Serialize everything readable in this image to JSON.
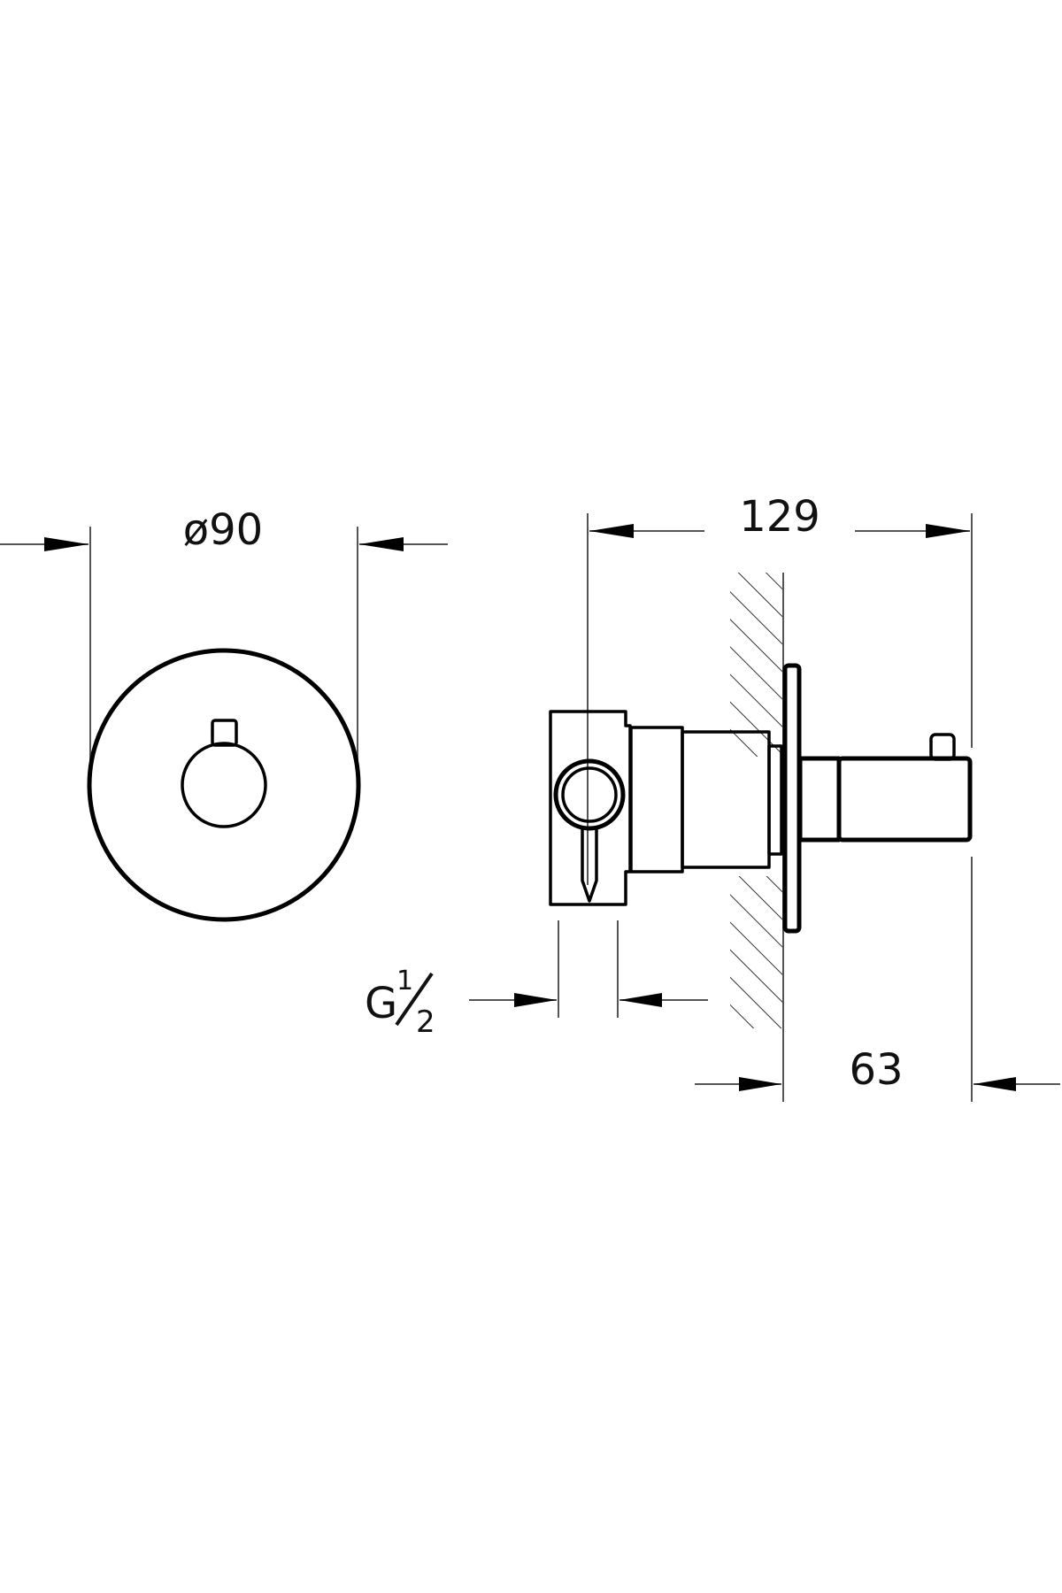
{
  "drawing": {
    "title": "Concealed thermostatic valve — technical dimension drawing",
    "views": [
      "front view",
      "side section view"
    ],
    "line_color": "#000000",
    "background": "#ffffff"
  },
  "dimensions": {
    "diameter": {
      "label": "ø90",
      "value": 90,
      "unit": "mm"
    },
    "total_depth": {
      "label": "129",
      "value": 129,
      "unit": "mm"
    },
    "projection": {
      "label": "63",
      "value": 63,
      "unit": "mm"
    },
    "connection": {
      "label_main": "G",
      "label_fraction_num": "1",
      "label_fraction_den": "2",
      "text": "G½"
    }
  }
}
